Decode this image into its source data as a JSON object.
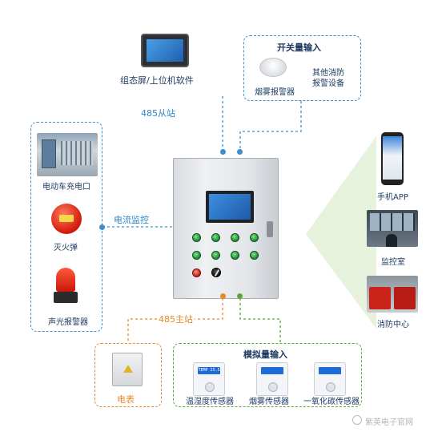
{
  "labels": {
    "hmi": "组态屏/上位机软件",
    "rs485_slave": "485从站",
    "switch_input": "开关量输入",
    "other_fire": "其他消防",
    "alarm_device": "报警设备",
    "smoke_alarm": "烟雾报警器",
    "ev_charger": "电动车充电口",
    "fire_ball": "灭火弹",
    "sound_light": "声光报警器",
    "current_monitor": "电流监控",
    "phone_app": "手机APP",
    "monitor_room": "监控室",
    "fire_center": "消防中心",
    "rs485_master": "485主站",
    "meter": "电表",
    "analog_input": "模拟量输入",
    "temp_hum": "温湿度传感器",
    "smoke_sensor": "烟雾传感器",
    "co_sensor": "一氧化碳传感器",
    "watermark": "紫英电子官网"
  },
  "sensor_display": "TEMP 25.5"
}
